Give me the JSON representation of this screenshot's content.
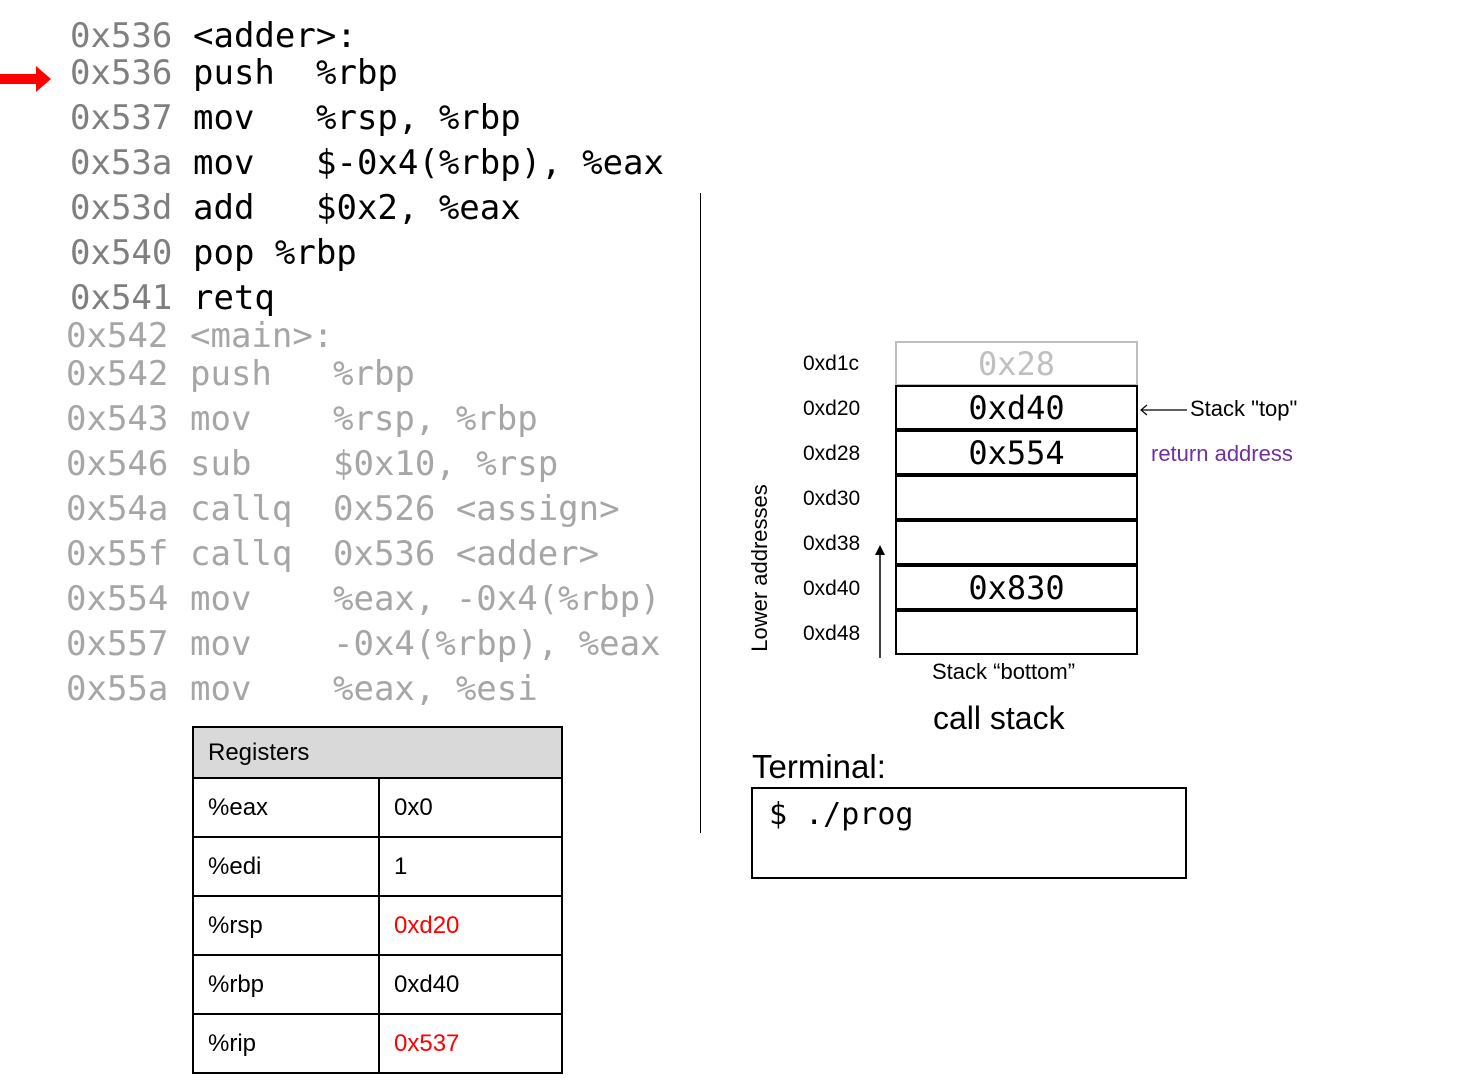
{
  "pc_arrow_color": "#ff0000",
  "adder": [
    {
      "addr": "0x536",
      "op": "<adder>:",
      "args": ""
    },
    {
      "addr": "0x536",
      "op": "push",
      "args": "%rbp"
    },
    {
      "addr": "0x537",
      "op": "mov",
      "args": "%rsp, %rbp"
    },
    {
      "addr": "0x53a",
      "op": "mov",
      "args": "$-0x4(%rbp), %eax"
    },
    {
      "addr": "0x53d",
      "op": "add",
      "args": "$0x2, %eax"
    },
    {
      "addr": "0x540",
      "op": "pop %rbp",
      "args": ""
    },
    {
      "addr": "0x541",
      "op": "retq",
      "args": ""
    }
  ],
  "main": [
    {
      "addr": "0x542",
      "op": "<main>:",
      "args": ""
    },
    {
      "addr": "0x542",
      "op": "push",
      "args": "%rbp"
    },
    {
      "addr": "0x543",
      "op": "mov",
      "args": "%rsp, %rbp"
    },
    {
      "addr": "0x546",
      "op": "sub",
      "args": "$0x10, %rsp"
    },
    {
      "addr": "0x54a",
      "op": "callq",
      "args": "0x526 <assign>"
    },
    {
      "addr": "0x55f",
      "op": "callq",
      "args": "0x536 <adder>"
    },
    {
      "addr": "0x554",
      "op": "mov",
      "args": "%eax, -0x4(%rbp)"
    },
    {
      "addr": "0x557",
      "op": "mov",
      "args": "-0x4(%rbp), %eax"
    },
    {
      "addr": "0x55a",
      "op": "mov",
      "args": "%eax, %esi"
    }
  ],
  "registers": {
    "title": "Registers",
    "rows": [
      {
        "name": "%eax",
        "value": "0x0"
      },
      {
        "name": "%edi",
        "value": "1"
      },
      {
        "name": "%rsp",
        "value": "0xd20"
      },
      {
        "name": "%rbp",
        "value": "0xd40"
      },
      {
        "name": "%rip",
        "value": "0x537"
      }
    ]
  },
  "stack": {
    "rows": [
      {
        "addr": "0xd1c",
        "value": "0x28"
      },
      {
        "addr": "0xd20",
        "value": "0xd40"
      },
      {
        "addr": "0xd28",
        "value": "0x554"
      },
      {
        "addr": "0xd30",
        "value": ""
      },
      {
        "addr": "0xd38",
        "value": ""
      },
      {
        "addr": "0xd40",
        "value": "0x830"
      },
      {
        "addr": "0xd48",
        "value": ""
      }
    ],
    "top_label": "Stack \"top\"",
    "return_label": "return address",
    "return_color": "#7030a0",
    "bottom_label": "Stack “bottom”",
    "axis_label": "Lower addresses",
    "caption": "call stack"
  },
  "terminal": {
    "label": "Terminal:",
    "text": "$ ./prog"
  }
}
